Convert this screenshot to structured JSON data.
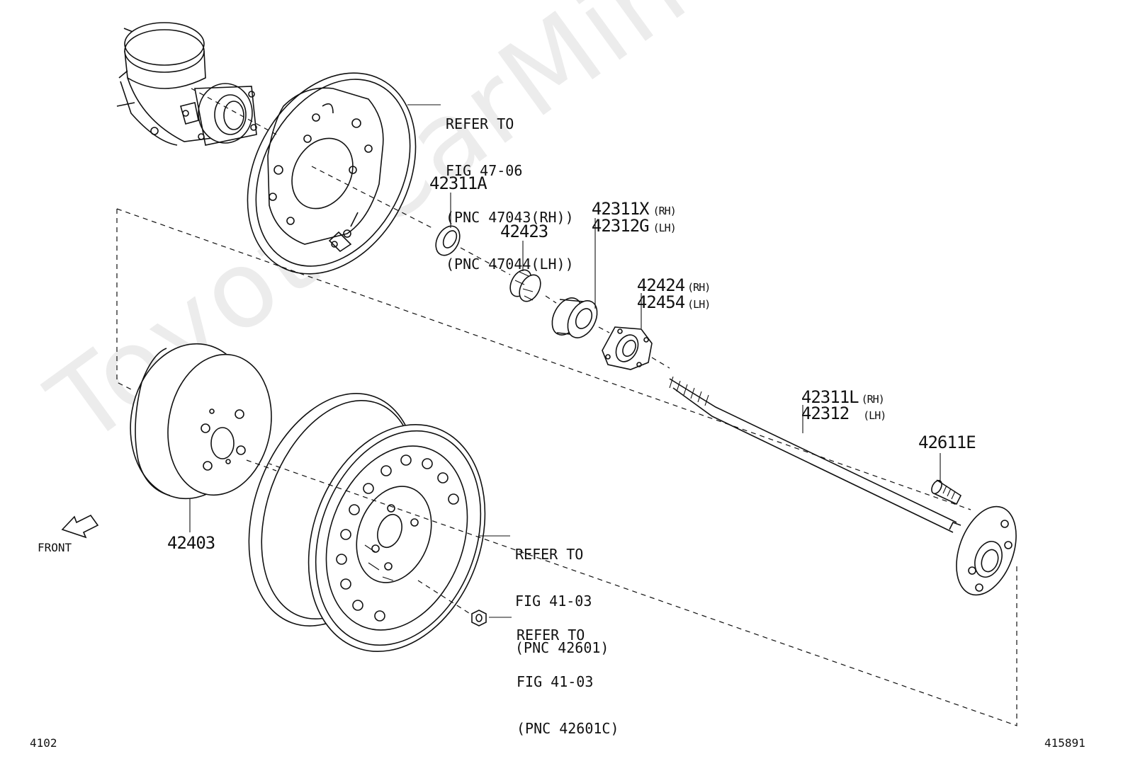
{
  "watermark": "ToyotaCarMine.ru",
  "labels": {
    "refer_brake": [
      "REFER TO",
      "FIG 47-06",
      "(PNC 47043(RH))",
      "(PNC 47044(LH))"
    ],
    "p42311A": "42311A",
    "p42423": "42423",
    "p42311X": "42311X",
    "p42312G": "42312G",
    "p42424": "42424",
    "p42454": "42454",
    "p42311L": "42311L",
    "p42312": "42312",
    "p42611E": "42611E",
    "p42403": "42403",
    "refer_wheel": [
      "REFER TO",
      "FIG 41-03",
      "(PNC 42601)"
    ],
    "refer_nut": [
      "REFER TO",
      "FIG 41-03",
      "(PNC 42601C)"
    ],
    "rh": "(RH)",
    "lh": "(LH)",
    "front": "FRONT",
    "page_left": "4102",
    "page_right": "415891"
  }
}
